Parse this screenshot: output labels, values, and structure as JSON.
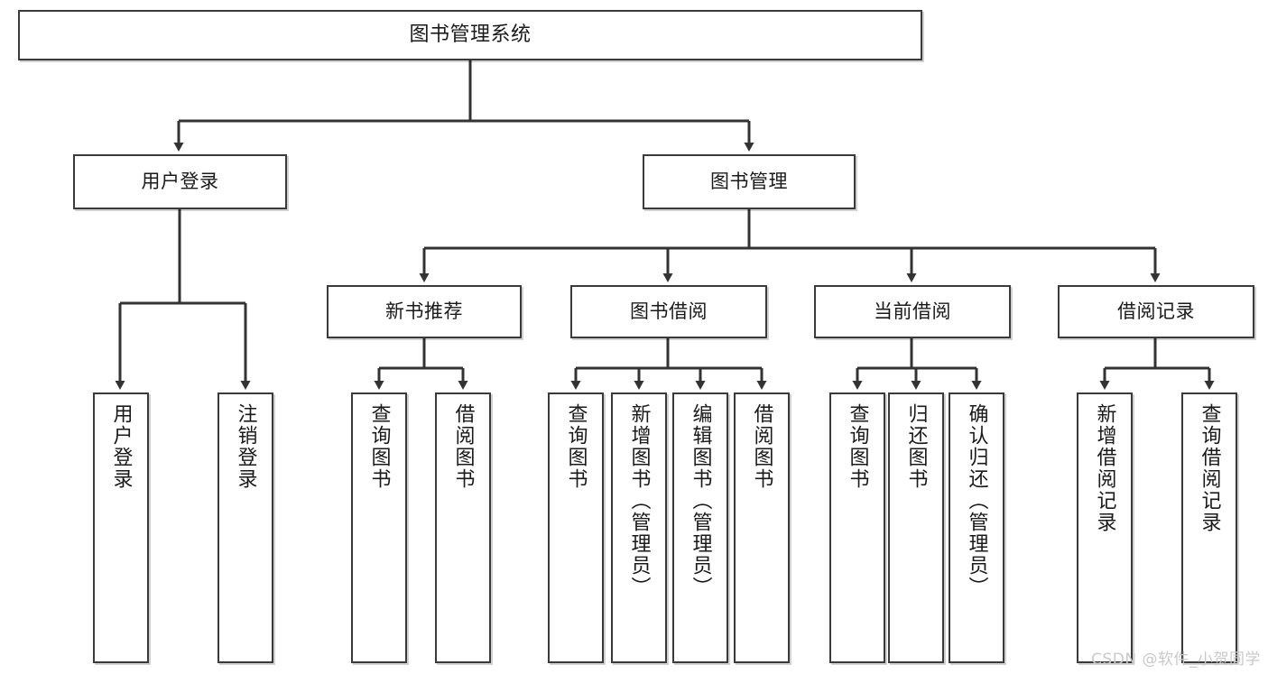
{
  "diagram": {
    "type": "tree",
    "title": "图书管理系统",
    "root": {
      "label": "图书管理系统"
    },
    "level2": [
      {
        "label": "用户登录"
      },
      {
        "label": "图书管理"
      }
    ],
    "level3": [
      {
        "label": "新书推荐"
      },
      {
        "label": "图书借阅"
      },
      {
        "label": "当前借阅"
      },
      {
        "label": "借阅记录"
      }
    ],
    "leaves": [
      {
        "label": "用户登录",
        "parent": "用户登录"
      },
      {
        "label": "注销登录",
        "parent": "用户登录"
      },
      {
        "label": "查询图书",
        "parent": "新书推荐"
      },
      {
        "label": "借阅图书",
        "parent": "新书推荐"
      },
      {
        "label": "查询图书",
        "parent": "图书借阅"
      },
      {
        "label": "新增图书（管理员）",
        "parent": "图书借阅"
      },
      {
        "label": "编辑图书（管理员）",
        "parent": "图书借阅"
      },
      {
        "label": "借阅图书",
        "parent": "图书借阅"
      },
      {
        "label": "查询图书",
        "parent": "当前借阅"
      },
      {
        "label": "归还图书",
        "parent": "当前借阅"
      },
      {
        "label": "确认归还（管理员）",
        "parent": "当前借阅"
      },
      {
        "label": "新增借阅记录",
        "parent": "借阅记录"
      },
      {
        "label": "查询借阅记录",
        "parent": "借阅记录"
      }
    ],
    "colors": {
      "box_border": "#3a3a3a",
      "box_fill": "#ffffff",
      "connector": "#333333",
      "background": "#ffffff",
      "watermark": "#c9c9c9"
    }
  },
  "watermark": {
    "text": "CSDN @软件_小贺同学"
  }
}
